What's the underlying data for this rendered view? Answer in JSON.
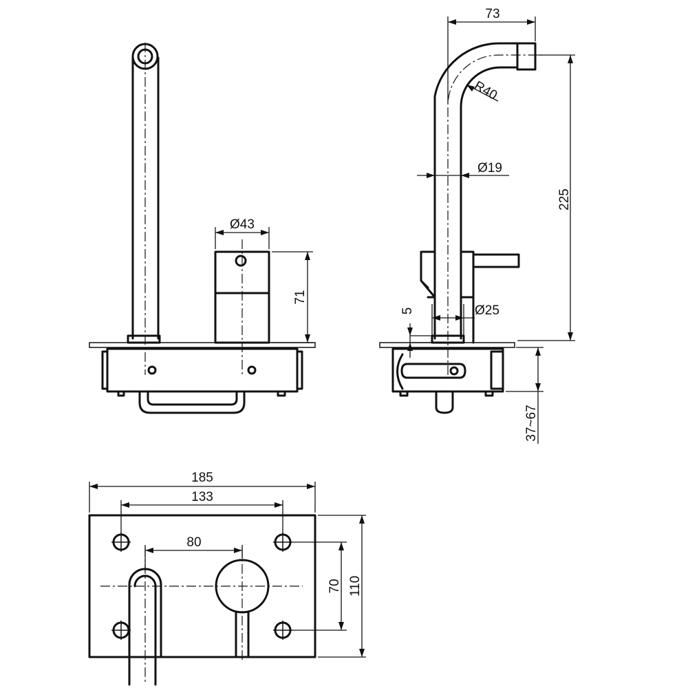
{
  "dimensions": {
    "spout_projection": "73",
    "bend_radius": "R40",
    "spout_diameter": "Ø19",
    "handle_diameter": "Ø43",
    "handle_height": "71",
    "overall_height": "225",
    "spout_base_diameter": "Ø25",
    "spigot_height": "5",
    "wall_depth_range": "37~67",
    "plate_width": "185",
    "hole_spacing_horizontal": "133",
    "centre_distance": "80",
    "hole_spacing_vertical": "70",
    "plate_height": "110"
  }
}
